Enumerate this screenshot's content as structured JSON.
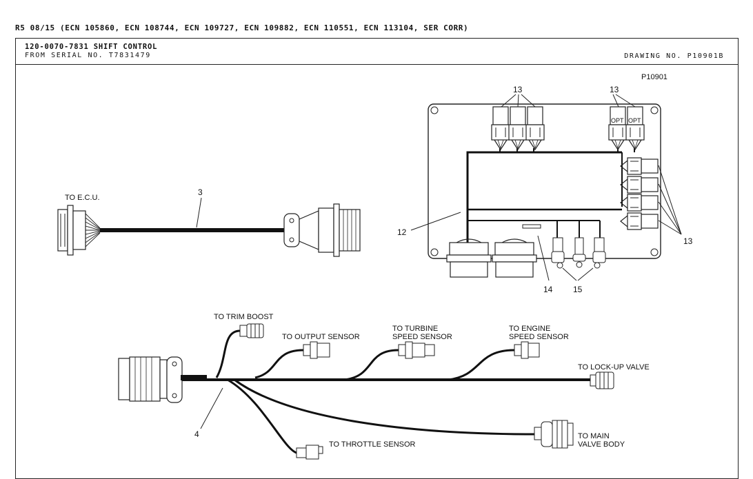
{
  "header": {
    "revision": "R5 08/15 (ECN 105860, ECN 108744, ECN 109727, ECN 109882, ECN 110551, ECN 113104, SER CORR)",
    "part_title": "120-0070-7831 SHIFT CONTROL",
    "serial": "FROM SERIAL NO. T7831479",
    "drawing_no": "DRAWING NO. P10901B"
  },
  "diagram": {
    "figure_id": "P10901",
    "callouts": {
      "c3": "3",
      "c4": "4",
      "c12": "12",
      "c13a": "13",
      "c13b": "13",
      "c13c": "13",
      "c14": "14",
      "c15": "15"
    },
    "relay_opt_labels": [
      "OPT",
      "OPT"
    ],
    "labels": {
      "to_ecu": "TO E.C.U.",
      "trim_boost": "TO TRIM BOOST",
      "output_sensor": "TO OUTPUT SENSOR",
      "turbine_line1": "TO TURBINE",
      "turbine_line2": "SPEED SENSOR",
      "engine_line1": "TO ENGINE",
      "engine_line2": "SPEED SENSOR",
      "lockup_valve": "TO LOCK-UP VALVE",
      "throttle_sensor": "TO THROTTLE SENSOR",
      "main_line1": "TO MAIN",
      "main_line2": "VALVE BODY"
    }
  }
}
